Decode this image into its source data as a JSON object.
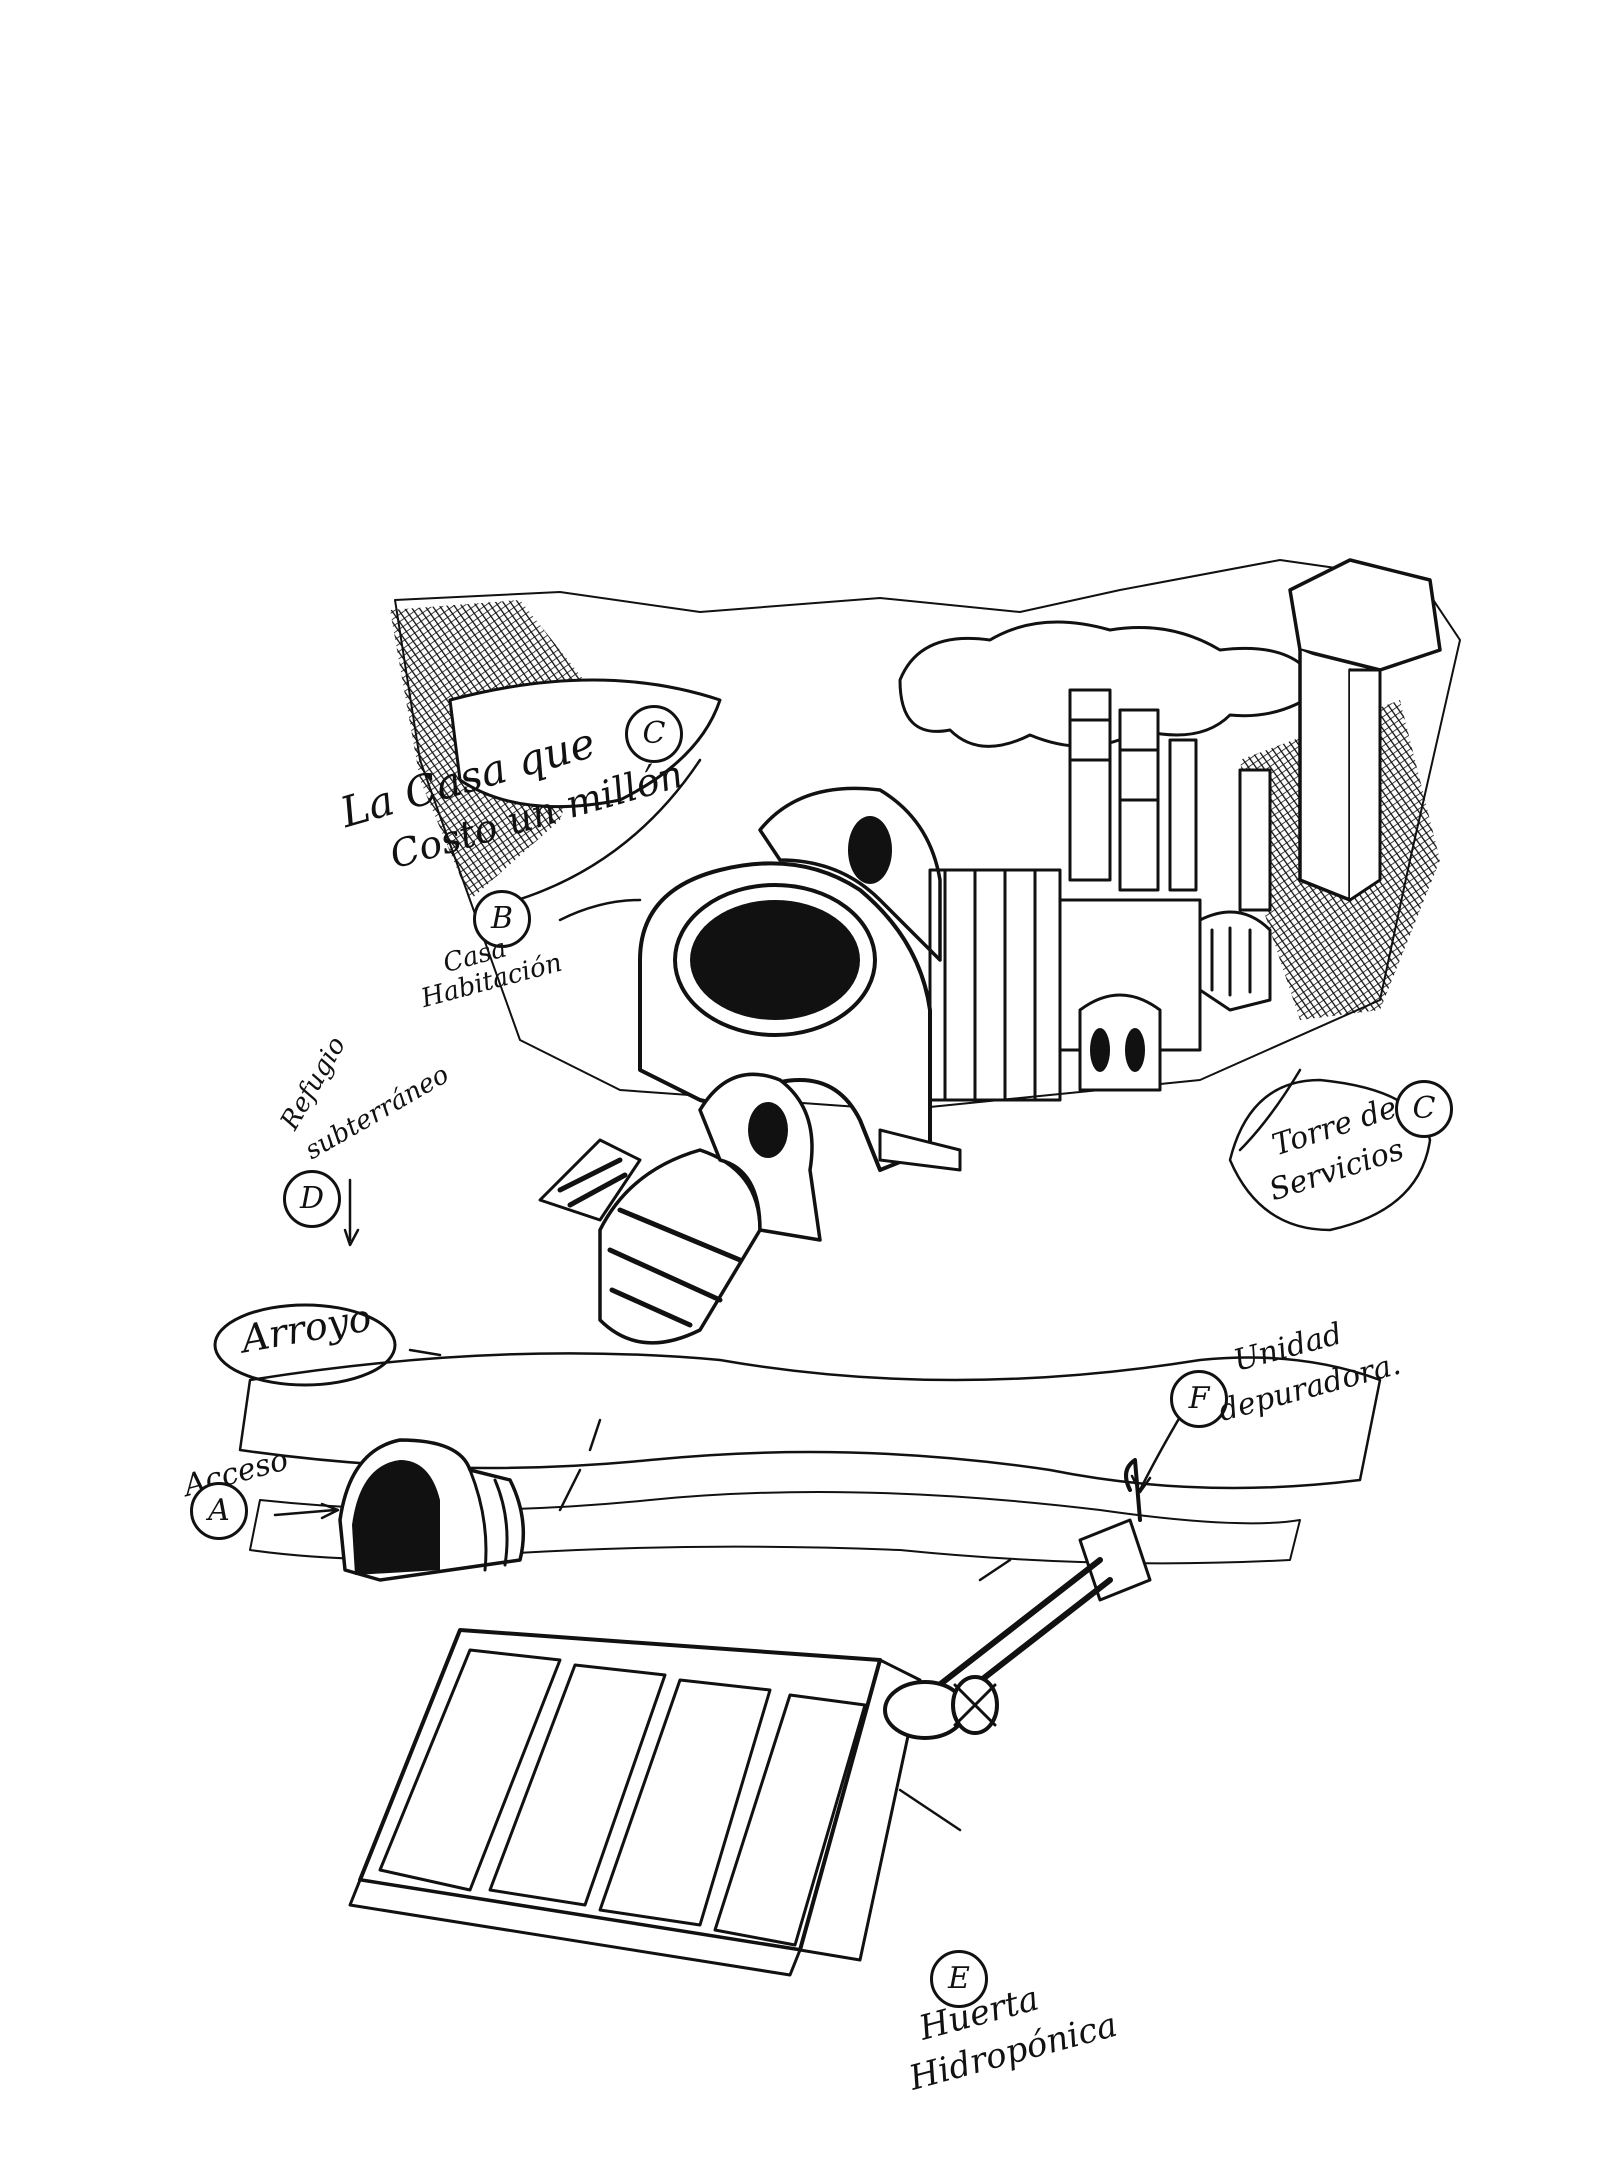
{
  "colors": {
    "ink": "#111111",
    "paper": "#ffffff"
  },
  "labels": {
    "c_title_line1": "La Casa que",
    "c_title_line2": "Costo un millón",
    "c_marker": "C",
    "b_line1": "Casa",
    "b_line2": "Habitación",
    "b_marker": "B",
    "d_line1": "Refugio",
    "d_line2": "subterráneo",
    "d_marker": "D",
    "arroyo": "Arroyo",
    "acceso": "Acceso",
    "a_marker": "A",
    "torre_line1": "Torre de",
    "torre_line2": "Servicios",
    "torre_marker": "C",
    "f_line1": "Unidad",
    "f_line2": "depuradora.",
    "f_marker": "F",
    "e_marker": "E",
    "e_line1": "Huerta",
    "e_line2": "Hidropónica"
  }
}
